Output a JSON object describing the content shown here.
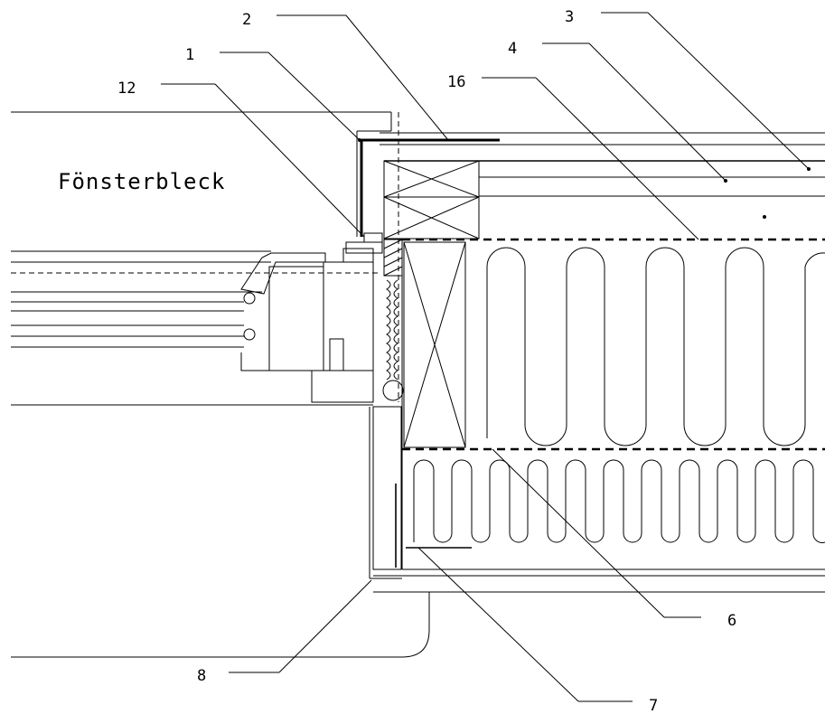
{
  "title": "Fönsterbleck",
  "callouts": [
    {
      "id": "c1",
      "text": "1"
    },
    {
      "id": "c2",
      "text": "2"
    },
    {
      "id": "c3",
      "text": "3"
    },
    {
      "id": "c4",
      "text": "4"
    },
    {
      "id": "c6",
      "text": "6"
    },
    {
      "id": "c7",
      "text": "7"
    },
    {
      "id": "c8",
      "text": "8"
    },
    {
      "id": "c12",
      "text": "12"
    },
    {
      "id": "c16",
      "text": "16"
    }
  ]
}
